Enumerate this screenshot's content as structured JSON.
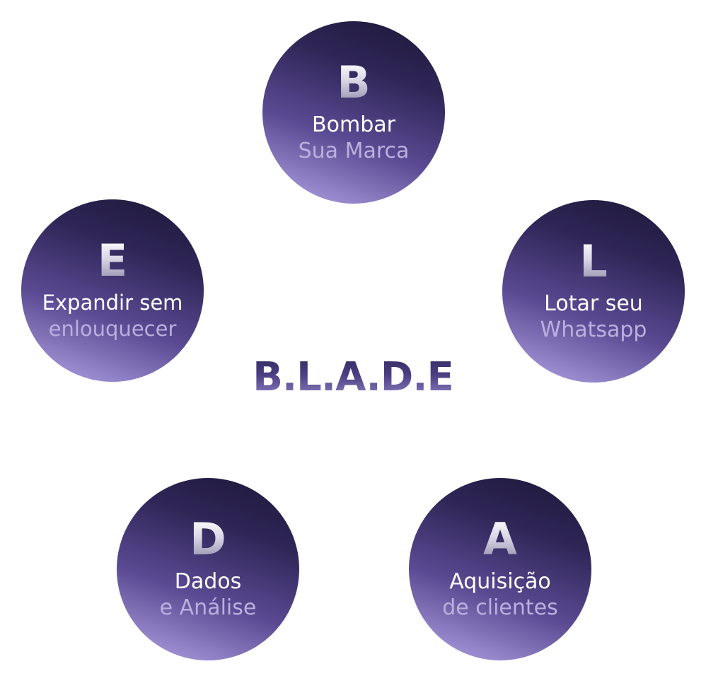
{
  "title": "B.L.A.D.E",
  "nodes": {
    "b": {
      "letter": "B",
      "line1": "Bombar",
      "line2": "Sua Marca"
    },
    "l": {
      "letter": "L",
      "line1": "Lotar seu",
      "line2": "Whatsapp"
    },
    "a": {
      "letter": "A",
      "line1": "Aquisição",
      "line2": "de clientes"
    },
    "d": {
      "letter": "D",
      "line1": "Dados",
      "line2": "e Análise"
    },
    "e": {
      "letter": "E",
      "line1": "Expandir sem",
      "line2": "enlouquecer"
    }
  },
  "colors": {
    "circle_dark": "#1c1736",
    "circle_light": "#b3a6e2",
    "subtitle_muted": "#b9b0de",
    "title_dark": "#2e2657"
  }
}
